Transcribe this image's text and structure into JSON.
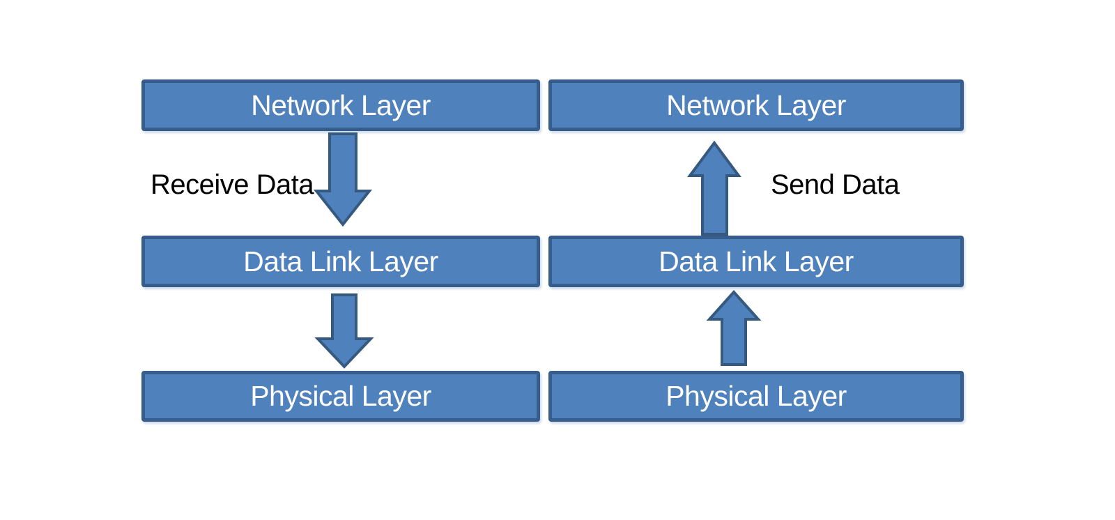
{
  "diagram": {
    "receive_stack": {
      "flow_label": "Receive Data",
      "flow_direction": "down",
      "layers": [
        "Network Layer",
        "Data Link Layer",
        "Physical Layer"
      ]
    },
    "send_stack": {
      "flow_label": "Send Data",
      "flow_direction": "up",
      "layers": [
        "Network Layer",
        "Data Link Layer",
        "Physical Layer"
      ]
    },
    "icons": {
      "down_arrow": "down-arrow-icon",
      "up_arrow": "up-arrow-icon"
    },
    "colors": {
      "box_fill": "#4f81bd",
      "box_border": "#365d8c",
      "arrow_fill": "#4f81bd",
      "arrow_border": "#35597f",
      "box_text": "#ffffff",
      "flow_label_text": "#000000",
      "background": "#ffffff"
    }
  }
}
